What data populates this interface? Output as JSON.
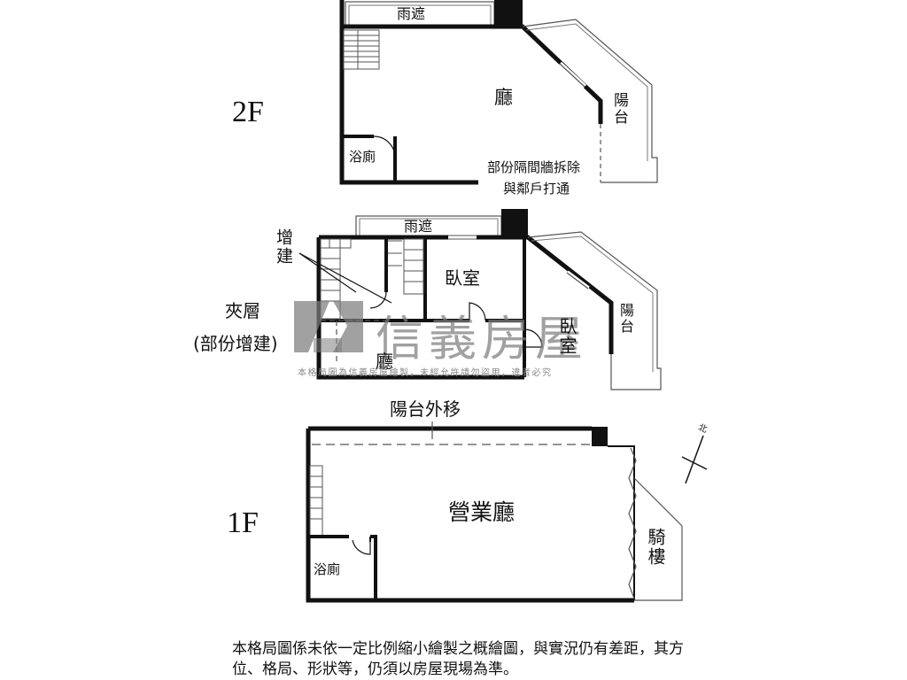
{
  "floor_2f": {
    "floor_label": "2F",
    "canopy": "雨遮",
    "hall": "廳",
    "balcony": "陽台",
    "bathroom": "浴廁",
    "note_line1": "部份隔間牆拆除",
    "note_line2": "與鄰戶打通"
  },
  "mezzanine": {
    "floor_label_line1": "夾層",
    "floor_label_line2": "(部份增建)",
    "addition_label": "增建",
    "canopy": "雨遮",
    "bedroom": "臥室",
    "bedroom_vertical": "臥室",
    "hall": "廳",
    "balcony": "陽台"
  },
  "floor_1f": {
    "floor_label": "1F",
    "balcony_moved": "陽台外移",
    "business_hall": "營業廳",
    "bathroom": "浴廁",
    "arcade": "騎樓",
    "compass_north": "北"
  },
  "watermark": {
    "brand": "信義房屋",
    "notice": "本格局圖為信義房屋繪製，未經允許請勿盜用，違者必究"
  },
  "disclaimer": "本格局圖係未依一定比例縮小繪製之概繪圖，與實況仍有差距，其方位、格局、形狀等，仍須以房屋現場為準。",
  "colors": {
    "wall": "#111111",
    "thin_line": "#555555",
    "watermark": "#7d7d7d"
  }
}
